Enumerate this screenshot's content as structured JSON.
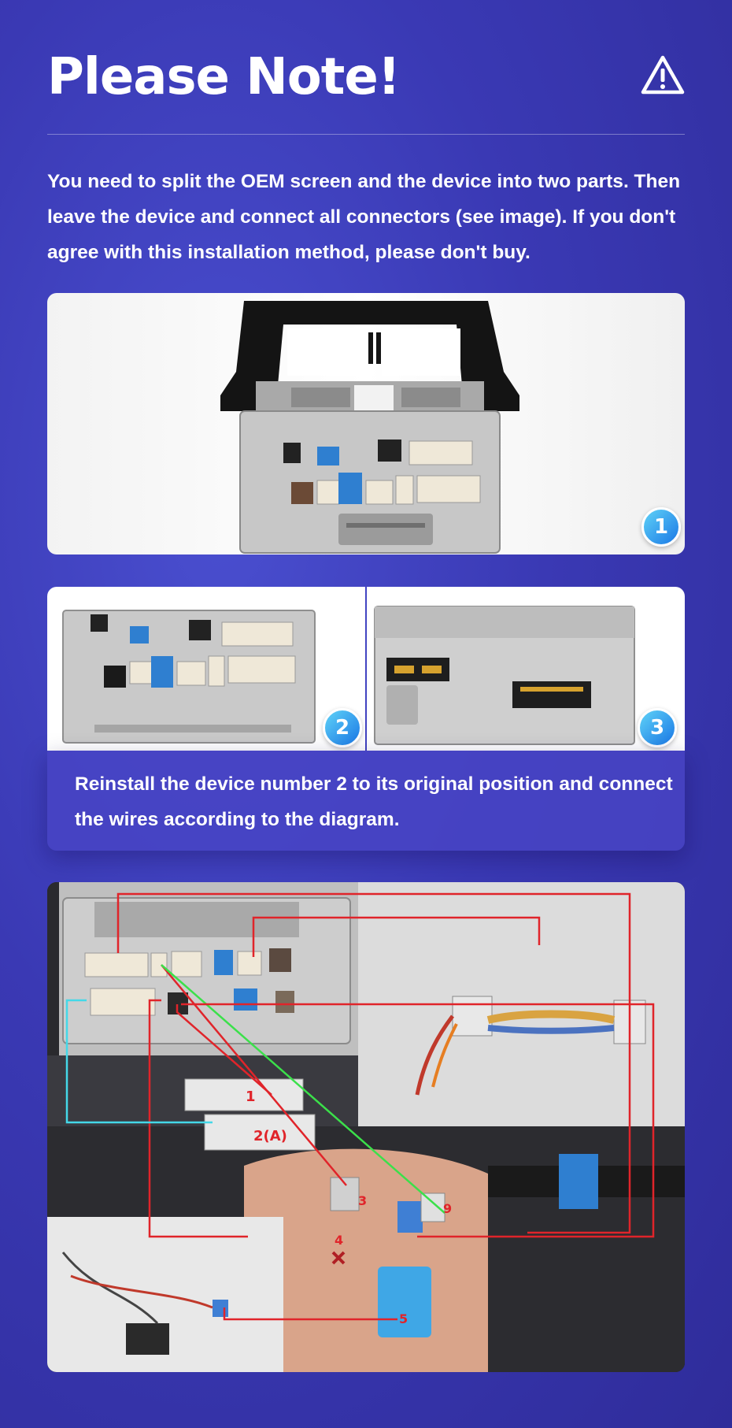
{
  "header": {
    "title": "Please Note!",
    "icon": "warning-triangle-icon"
  },
  "intro": {
    "text": "You need to split the OEM screen and the device into two parts. Then leave the device and connect all connectors (see image). If you don't agree with this installation method, please don't buy."
  },
  "images": {
    "step1_badge": "1",
    "step2_badge": "2",
    "step3_badge": "3"
  },
  "caption": {
    "text": "Reinstall the device number 2 to its original position and connect the wires according to the diagram."
  },
  "diagram": {
    "labels": [
      "1",
      "2(A)",
      "3",
      "4",
      "9",
      "5"
    ]
  },
  "colors": {
    "background": "#3a39b4",
    "badge": "#1a78e6",
    "wire_red": "#e0242a",
    "wire_green": "#3be04a",
    "wire_cyan": "#44d8e8"
  }
}
